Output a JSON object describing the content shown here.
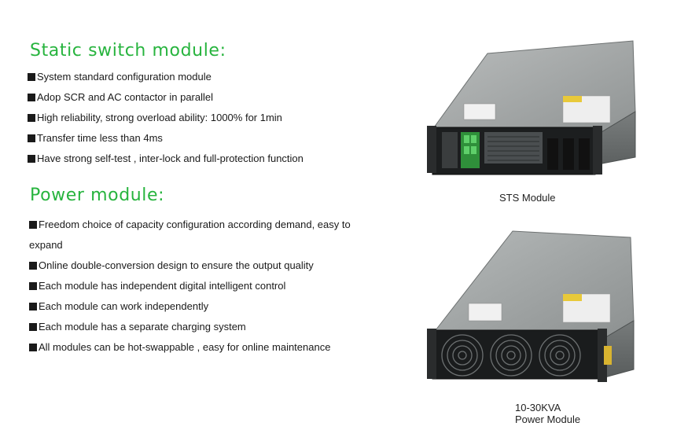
{
  "sts": {
    "title": "Static switch module:",
    "items": [
      "System standard configuration module",
      "Adop SCR and AC contactor in parallel",
      "High reliability, strong overload ability: 1000% for 1min",
      "Transfer time less than 4ms",
      "Have strong self-test , inter-lock and full-protection function"
    ],
    "image_caption": "STS Module"
  },
  "power": {
    "title": "Power module:",
    "items": [
      "Freedom choice of capacity configuration according demand, easy to expand",
      "Online double-conversion design to ensure the output quality",
      "Each module has independent digital intelligent control",
      "Each module can work independently",
      "Each module has a separate charging system",
      "All modules can be hot-swappable , easy for online maintenance"
    ],
    "image_caption_line1": "10-30KVA",
    "image_caption_line2": "Power Module"
  },
  "colors": {
    "heading": "#27b43e",
    "text": "#1a1a1a"
  }
}
